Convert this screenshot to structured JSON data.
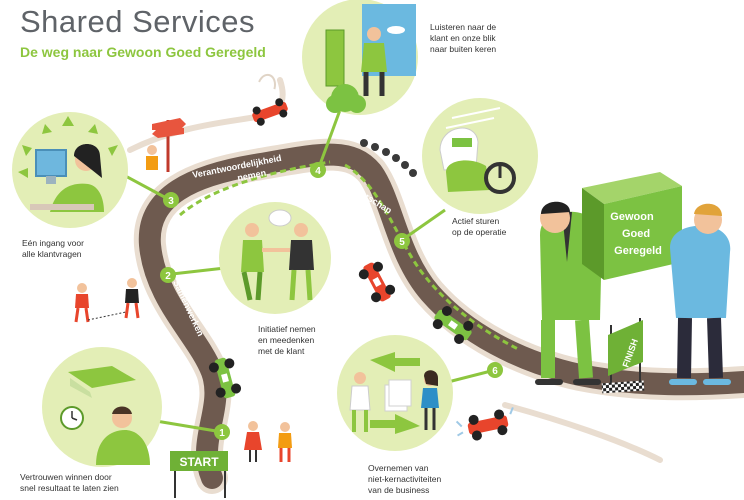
{
  "header": {
    "title": "Shared Services",
    "subtitle": "De weg naar Gewoon Goed Geregeld"
  },
  "road_labels": {
    "verantwoordelijkheid": "Verantwoordelijkheid",
    "nemen": "nemen",
    "eigenaarschap": "Eigenaarschap",
    "samenwerken": "Samenwerken"
  },
  "steps": [
    {
      "number": "1",
      "line1": "Vertrouwen winnen door",
      "line2": "snel resultaat te laten zien",
      "line3": ""
    },
    {
      "number": "2",
      "line1": "Initiatief nemen",
      "line2": "en meedenken",
      "line3": "met de klant"
    },
    {
      "number": "3",
      "line1": "Eén ingang voor",
      "line2": "alle klantvragen",
      "line3": ""
    },
    {
      "number": "4",
      "line1": "Luisteren naar de",
      "line2": "klant en onze blik",
      "line3": "naar buiten keren"
    },
    {
      "number": "5",
      "line1": "Actief sturen",
      "line2": "op de operatie",
      "line3": ""
    },
    {
      "number": "6",
      "line1": "Overnemen van",
      "line2": "niet-kernactiviteiten",
      "line3": "van de business"
    }
  ],
  "box": {
    "line1": "Gewoon",
    "line2": "Goed",
    "line3": "Geregeld"
  },
  "signs": {
    "start": "START",
    "finish": "FINISH"
  },
  "colors": {
    "green": "#8dc63f",
    "dark_green": "#5c9a2a",
    "pale_green": "#e3eeb6",
    "road": "#6e5a4f",
    "verge": "#e9ddd0",
    "box": "#7cc242"
  }
}
